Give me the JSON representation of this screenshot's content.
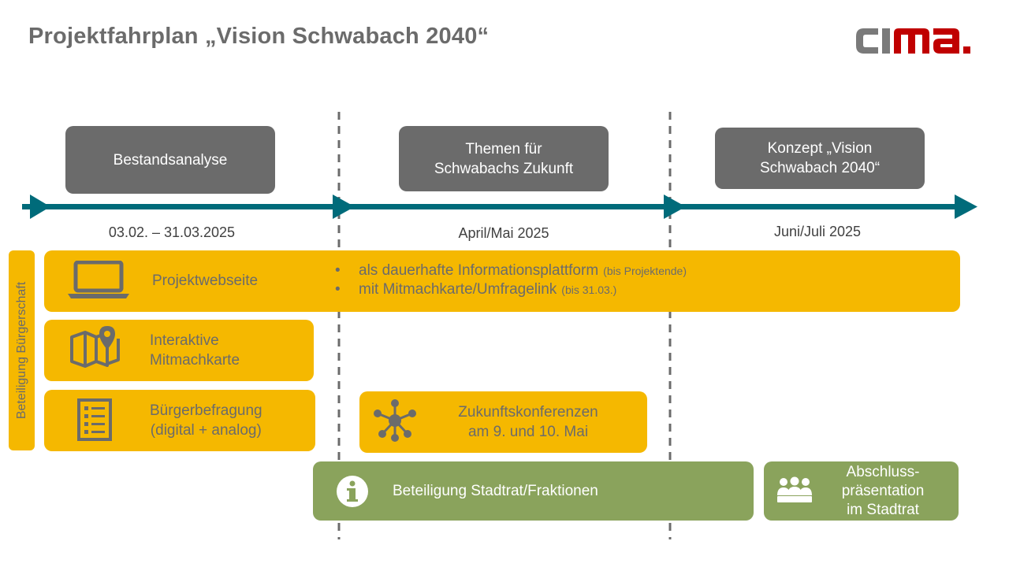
{
  "title": "Projektfahrplan „Vision Schwabach 2040“",
  "logo": {
    "text_gray": "ci",
    "text_red": "ma",
    "dot": ".",
    "colors": {
      "gray": "#7a7a7a",
      "red": "#c00000"
    }
  },
  "colors": {
    "phase_gray": "#6b6b6b",
    "timeline_teal": "#006b7a",
    "yellow": "#f5b800",
    "green": "#8aa35c",
    "text_gray": "#6b6b6b"
  },
  "phases": [
    {
      "label": "Bestandsanalyse",
      "date": "03.02. – 31.03.2025"
    },
    {
      "label": "Themen für\nSchwabachs Zukunft",
      "date": "April/Mai 2025"
    },
    {
      "label": "Konzept „Vision\nSchwabach 2040“",
      "date": "Juni/Juli 2025"
    }
  ],
  "side_label": "Beteiligung Bürgerschaft",
  "items": {
    "website": {
      "label": "Projektwebseite",
      "icon": "laptop-icon",
      "bullets": [
        {
          "text": "als dauerhafte Informationsplattform",
          "note": "(bis Projektende)"
        },
        {
          "text": "mit Mitmachkarte/Umfragelink",
          "note": "(bis 31.03.)"
        }
      ]
    },
    "map": {
      "label": "Interaktive\nMitmachkarte",
      "icon": "map-pin-icon"
    },
    "survey": {
      "label": "Bürgerbefragung\n(digital + analog)",
      "icon": "checklist-icon"
    },
    "conference": {
      "label": "Zukunftskonferenzen\nam 9. und 10. Mai",
      "icon": "network-icon"
    },
    "council": {
      "label": "Beteiligung Stadtrat/Fraktionen",
      "icon": "info-icon"
    },
    "final": {
      "label": "Abschluss-\npräsentation\nim Stadtrat",
      "icon": "audience-icon"
    }
  },
  "bullet_char": "•"
}
